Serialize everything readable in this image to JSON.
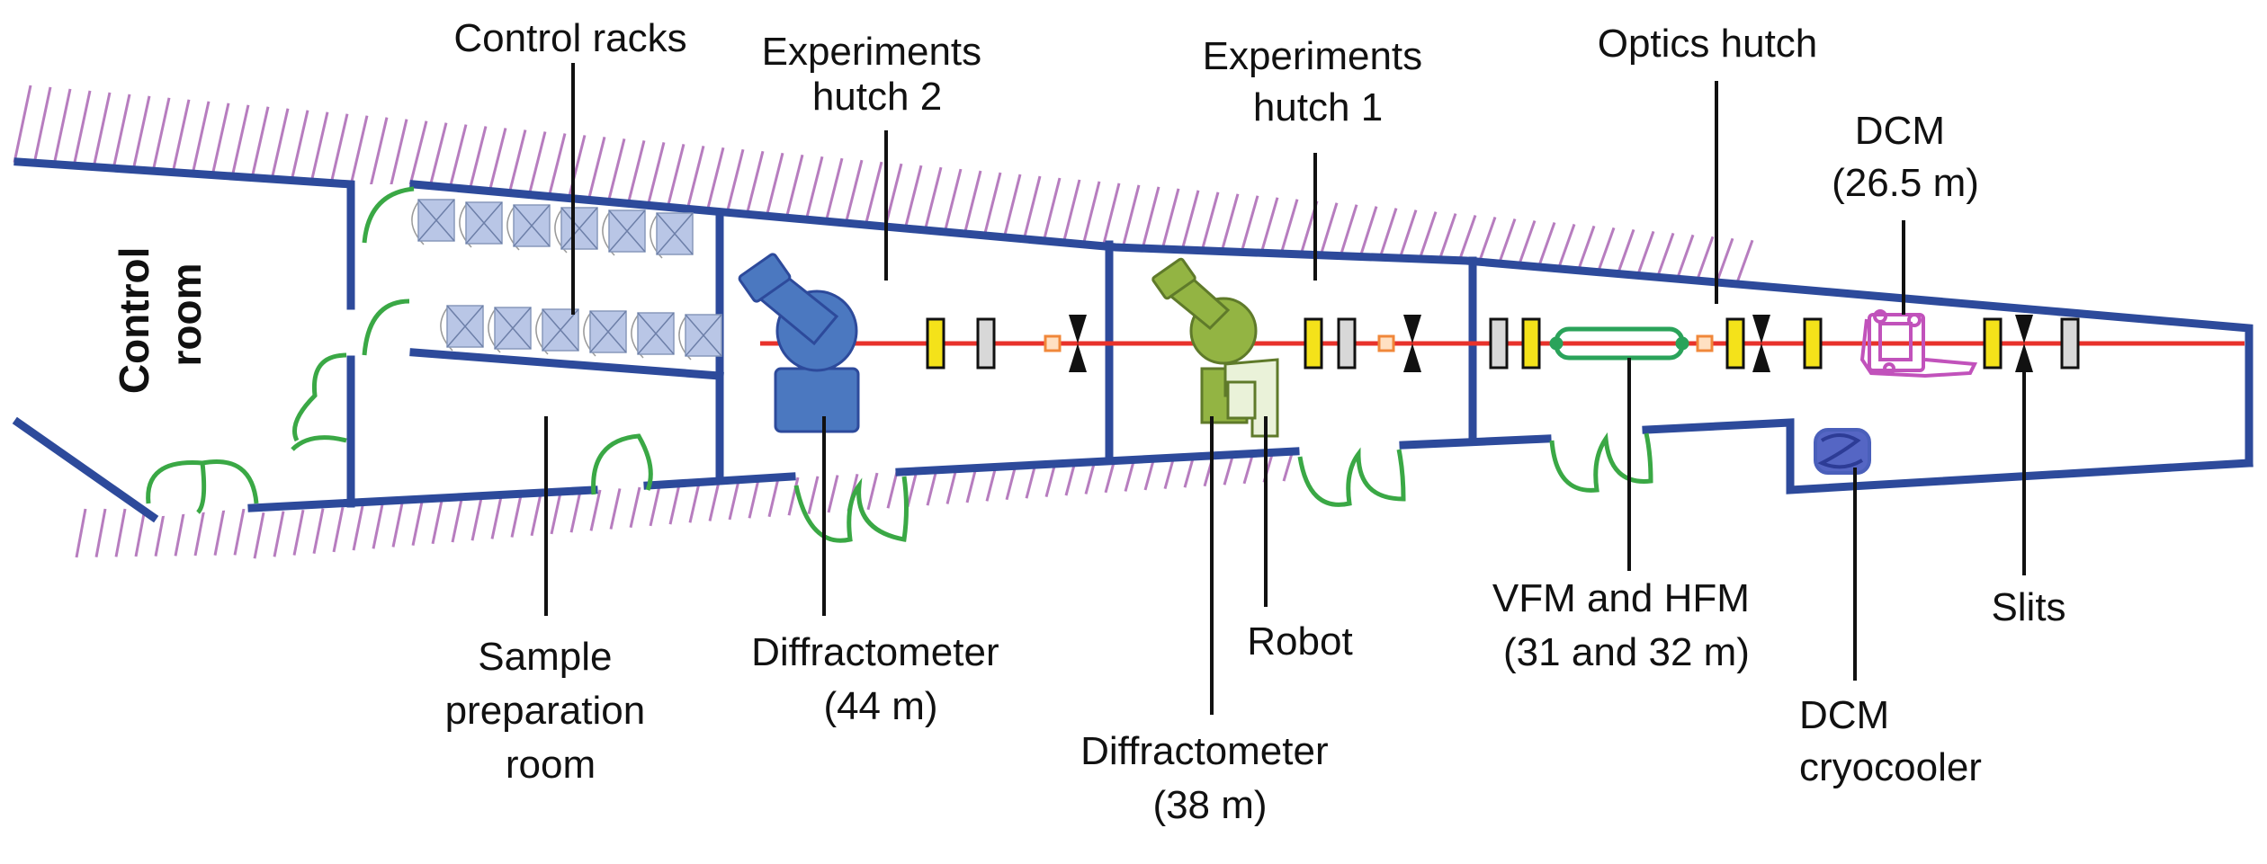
{
  "labels": {
    "control_racks": "Control racks",
    "exp_hutch2": [
      "Experiments",
      "hutch 2"
    ],
    "exp_hutch1": [
      "Experiments",
      "hutch 1"
    ],
    "optics_hutch": "Optics hutch",
    "dcm": [
      "DCM",
      "(26.5 m)"
    ],
    "control_room": [
      "Control",
      "room"
    ],
    "sample_prep": [
      "Sample",
      "preparation",
      "room"
    ],
    "diffractometer_44": [
      "Diffractometer",
      "(44 m)"
    ],
    "diffractometer_38": [
      "Diffractometer",
      "(38 m)"
    ],
    "robot": "Robot",
    "vfm_hfm": [
      "VFM and HFM",
      "(31 and 32 m)"
    ],
    "dcm_cryocooler": [
      "DCM",
      "cryocooler"
    ],
    "slits": "Slits"
  },
  "colors": {
    "wall": "#2d4a9b",
    "door": "#3aa845",
    "hatch": "#b77dbf",
    "beam": "#e8322b",
    "yellow_element": "#f4e21a",
    "grey_element": "#d8d8d8",
    "orange_element": "#f0873a",
    "diffractometer_2": "#4b78c0",
    "diffractometer_1": "#93b443",
    "robot": "#eaf2d9",
    "dcm": "#c152bb",
    "cryocooler": "#4a5fba",
    "mirror": "#2aa35a",
    "rack": "#b9c6e6"
  }
}
